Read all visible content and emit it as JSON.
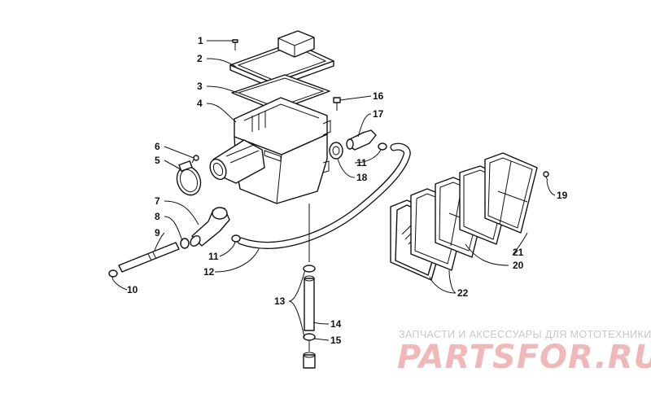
{
  "callouts": [
    "1",
    "2",
    "3",
    "4",
    "5",
    "6",
    "7",
    "8",
    "9",
    "10",
    "11",
    "12",
    "13",
    "14",
    "15",
    "16",
    "17",
    "18",
    "11",
    "19",
    "20",
    "21",
    "22"
  ],
  "watermark": {
    "tagline": "ЗАПЧАСТИ И АКСЕССУАРЫ ДЛЯ МОТОТЕХНИКИ",
    "logo": "PARTSFOR.RU"
  }
}
